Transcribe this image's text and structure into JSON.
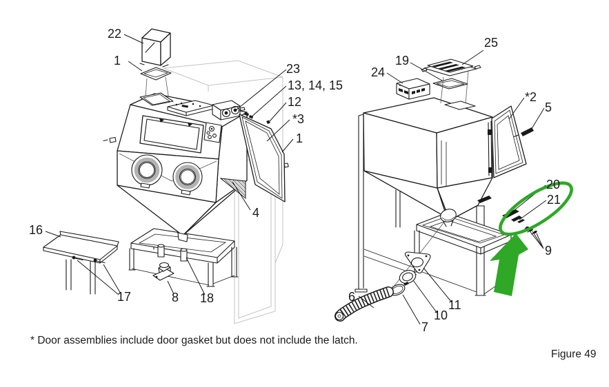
{
  "figure": {
    "footnote": "* Door assemblies include door gasket but does not include the latch.",
    "caption": "Figure 49"
  },
  "colors": {
    "line": "#1a1a1a",
    "highlight_green": "#2ea826",
    "ghost_gray": "#c3c3c3",
    "ring_gray": "#b3b3b3"
  },
  "callouts": {
    "left_view": {
      "c22": "22",
      "c1_top": "1",
      "c23": "23",
      "c13_14_15": "13, 14, 15",
      "c12": "12",
      "c3_star": "*3",
      "c1_door": "1",
      "c4": "4",
      "c16": "16",
      "c17": "17",
      "c8": "8",
      "c18": "18"
    },
    "right_view": {
      "c24": "24",
      "c19": "19",
      "c25": "25",
      "c2_star": "*2",
      "c5": "5",
      "c20": "20",
      "c21": "21",
      "c9": "9",
      "c6": "6",
      "c7": "7",
      "c10": "10",
      "c11": "11"
    }
  }
}
